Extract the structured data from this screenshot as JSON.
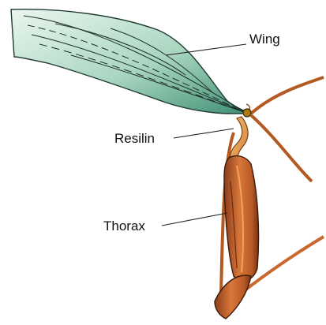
{
  "labels": {
    "wing": "Wing",
    "resilin": "Resilin",
    "thorax": "Thorax"
  },
  "colors": {
    "wing_fill_light": "#eef7f2",
    "wing_fill_dark": "#4f9e83",
    "thorax_light": "#e08a45",
    "thorax_dark": "#8a3d1a",
    "resilin_joint": "#9a6a10",
    "outline": "#2a1a10"
  }
}
